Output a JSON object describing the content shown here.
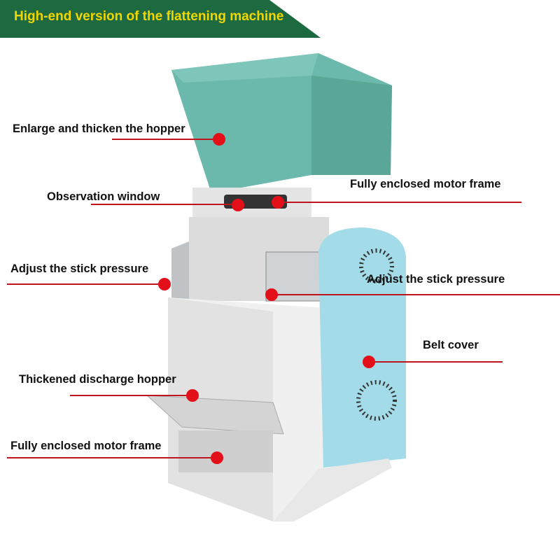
{
  "banner": {
    "title": "High-end version of the flattening machine"
  },
  "labels": [
    "Enlarge and thicken the hopper",
    "Observation window",
    "Fully enclosed motor frame",
    "Adjust the stick pressure",
    "Adjust the stick pressure",
    "Belt cover",
    "Thickened discharge hopper",
    "Fully enclosed motor frame"
  ],
  "colors": {
    "banner": "#1e6a40",
    "banner_text": "#f2d600",
    "marker": "#e3101a",
    "hopper": "#6bb8ac",
    "belt_cover": "#a3dbe8"
  }
}
